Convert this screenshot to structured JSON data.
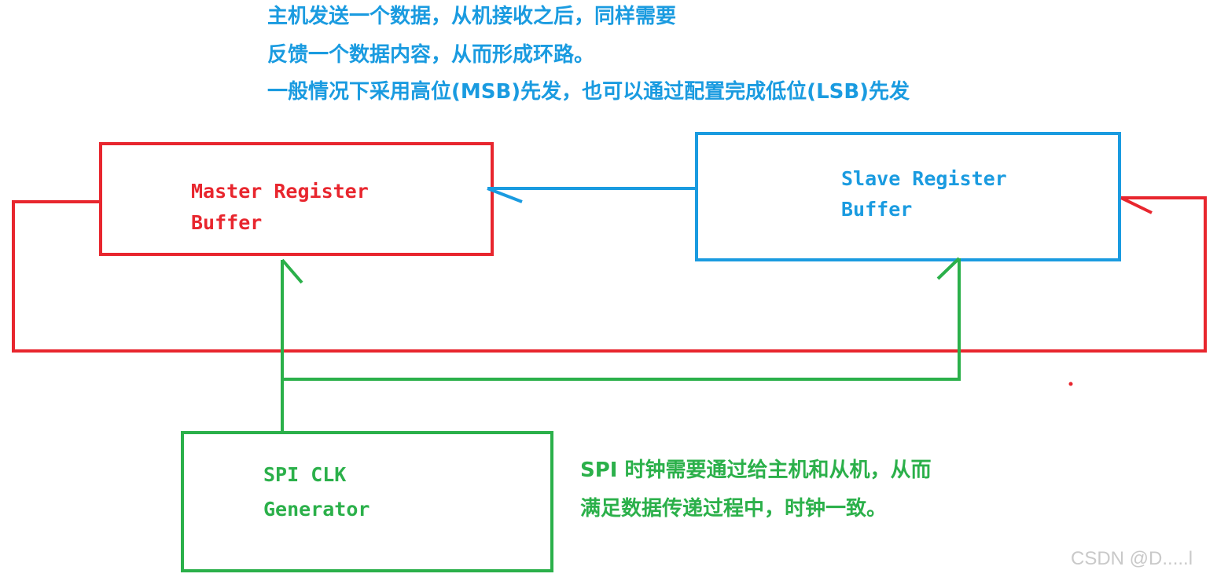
{
  "notes": {
    "top_line1": "主机发送一个数据，从机接收之后，同样需要",
    "top_line2": "反馈一个数据内容，从而形成环路。",
    "top_line3": "一般情况下采用高位(MSB)先发，也可以通过配置完成低位(LSB)先发",
    "clock_line1": "SPI 时钟需要通过给主机和从机，从而",
    "clock_line2": "满足数据传递过程中，时钟一致。"
  },
  "boxes": {
    "master": {
      "line1": "Master Register",
      "line2": "Buffer"
    },
    "slave": {
      "line1": "Slave Register",
      "line2": "Buffer"
    },
    "clk": {
      "line1": "SPI CLK",
      "line2": "Generator"
    }
  },
  "watermark": "CSDN @D.....l",
  "colors": {
    "red": "#e8262e",
    "blue": "#1a9be0",
    "green": "#2bb04a",
    "watermark": "#c9c9c9"
  }
}
